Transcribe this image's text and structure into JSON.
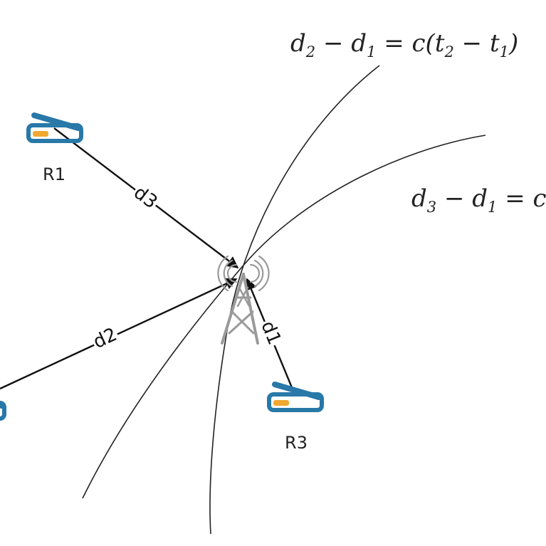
{
  "equations": {
    "eq1": {
      "d_a": "d",
      "sub_a": "2",
      "op1": " − ",
      "d_b": "d",
      "sub_b": "1",
      "eq": " = c(",
      "t_a": "t",
      "sub_c": "2",
      "op2": " − ",
      "t_b": "t",
      "sub_d": "1",
      "close": ")"
    },
    "eq2": {
      "d_a": "d",
      "sub_a": "3",
      "op1": " − ",
      "d_b": "d",
      "sub_b": "1",
      "eq": " = c("
    }
  },
  "receivers": {
    "r1": "R1",
    "r3": "R3"
  },
  "distances": {
    "d3": "d3",
    "d2": "d2",
    "d1": "d1"
  },
  "icons": {
    "receiver": "router-icon",
    "tower": "radio-tower-icon"
  },
  "colors": {
    "receiver_blue": "#2878a8",
    "receiver_led": "#f0a830",
    "tower_gray": "#9a9a9a",
    "line": "#111111"
  }
}
